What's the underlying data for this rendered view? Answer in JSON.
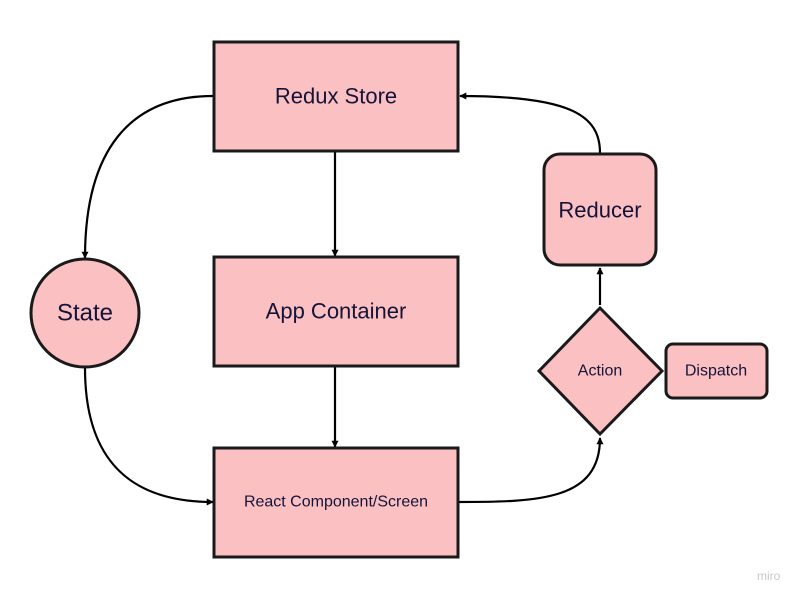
{
  "nodes": {
    "redux_store": "Redux Store",
    "app_container": "App Container",
    "react_component": "React Component/Screen",
    "state": "State",
    "reducer": "Reducer",
    "action": "Action",
    "dispatch": "Dispatch"
  },
  "watermark": "miro",
  "colors": {
    "node_fill": "#fbc0c1",
    "node_stroke": "#1a1a1a",
    "text": "#14143a"
  }
}
